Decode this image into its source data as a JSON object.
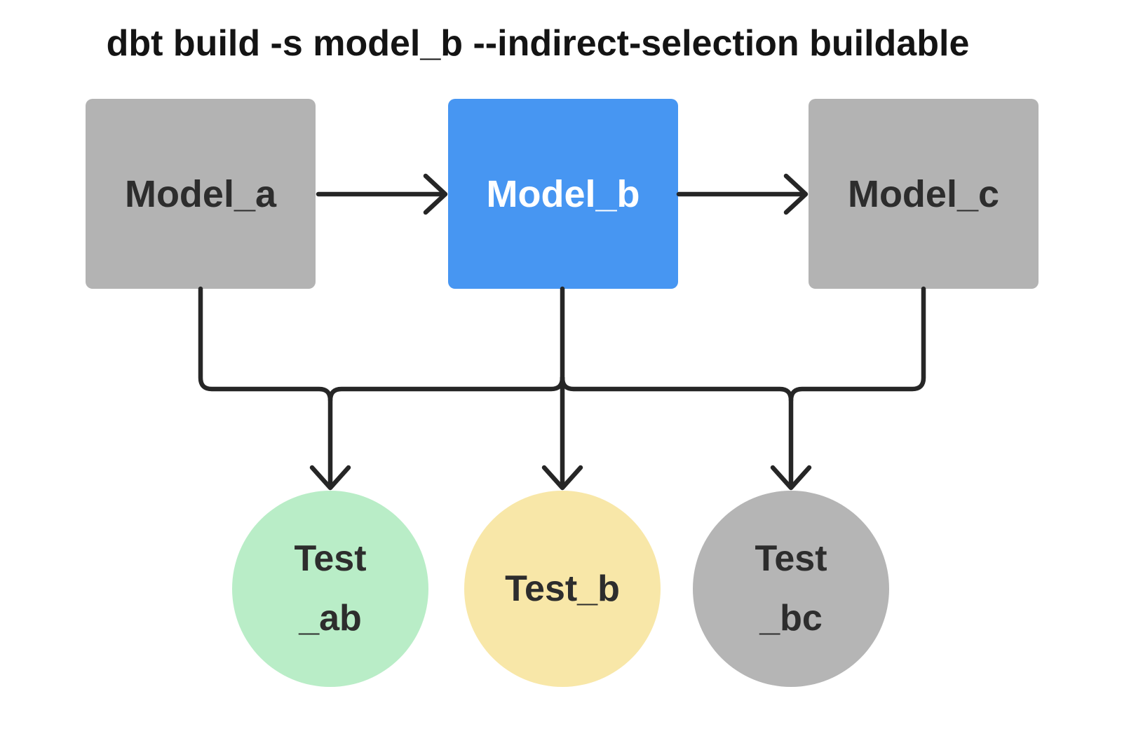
{
  "title": "dbt build -s model_b --indirect-selection buildable",
  "colors": {
    "background": "#ffffff",
    "node_gray": "#b3b3b3",
    "selected_blue": "#4796f2",
    "test_green": "#b9edc7",
    "test_yellow": "#f8e7a8",
    "test_gray": "#b5b5b5",
    "connector": "#262626",
    "text_dark": "#2d2d2d",
    "text_light": "#ffffff",
    "title_color": "#141414"
  },
  "models": [
    {
      "id": "model_a",
      "label": "Model_a",
      "variant": "gray"
    },
    {
      "id": "model_b",
      "label": "Model_b",
      "variant": "blue-selected"
    },
    {
      "id": "model_c",
      "label": "Model_c",
      "variant": "gray"
    }
  ],
  "tests": [
    {
      "id": "test_ab",
      "lines": [
        "Test",
        "_ab"
      ],
      "variant": "green"
    },
    {
      "id": "test_b",
      "lines": [
        "Test_b"
      ],
      "variant": "yellow"
    },
    {
      "id": "test_bc",
      "lines": [
        "Test",
        "_bc"
      ],
      "variant": "gray"
    }
  ]
}
